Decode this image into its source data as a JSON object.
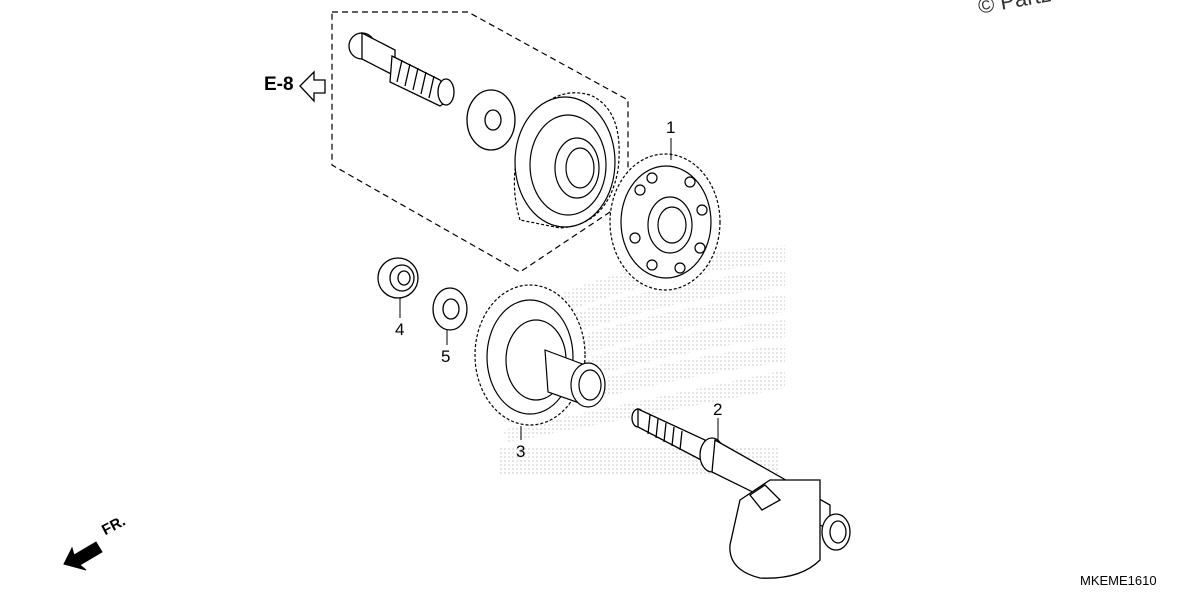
{
  "diagram": {
    "copyright": "© Partz",
    "reference": "E-8",
    "direction": "FR.",
    "drawing_code": "MKEME1610",
    "callouts": [
      "1",
      "2",
      "3",
      "4",
      "5"
    ],
    "colors": {
      "line": "#000000",
      "watermark": "#cfcfcf",
      "background": "#ffffff"
    }
  }
}
